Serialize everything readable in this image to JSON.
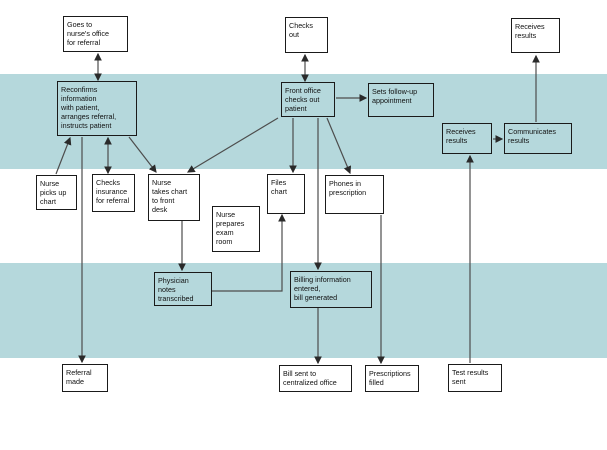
{
  "diagram": {
    "type": "flowchart",
    "title": "",
    "colors": {
      "background": "#ffffff",
      "swimlane_band": "#b5d8dc",
      "connector_line": "#4d4d4d",
      "box_border": "#1a1a1a",
      "text": "#111111"
    },
    "nodes": {
      "goes_to_nurse": {
        "label": "Goes to\nnurse's office\nfor referral"
      },
      "checks_out": {
        "label": "Checks\nout"
      },
      "receives_results_top": {
        "label": "Receives\nresults"
      },
      "reconfirms": {
        "label": "Reconfirms\ninformation\nwith patient,\narranges referral,\ninstructs patient"
      },
      "front_office": {
        "label": "Front office\nchecks out\npatient"
      },
      "sets_followup": {
        "label": "Sets follow-up\nappointment"
      },
      "receives_results_mid": {
        "label": "Receives\nresults"
      },
      "communicates_results": {
        "label": "Communicates\nresults"
      },
      "nurse_picks_up": {
        "label": "Nurse\npicks up\nchart"
      },
      "checks_insurance": {
        "label": "Checks\ninsurance\nfor referral"
      },
      "nurse_takes_chart": {
        "label": "Nurse\ntakes chart\nto front\ndesk"
      },
      "nurse_prepares": {
        "label": "Nurse\nprepares\nexam\nroom"
      },
      "files_chart": {
        "label": "Files\nchart"
      },
      "phones_in": {
        "label": "Phones in\nprescription"
      },
      "physician_notes": {
        "label": "Physician\nnotes\ntranscribed"
      },
      "billing_info": {
        "label": "Billing information\nentered,\nbill generated"
      },
      "referral_made": {
        "label": "Referral\nmade"
      },
      "bill_sent": {
        "label": "Bill sent to\ncentralized office"
      },
      "prescriptions_filled": {
        "label": "Prescriptions\nfilled"
      },
      "test_results_sent": {
        "label": "Test results\nsent"
      }
    },
    "edges": [
      {
        "from": "reconfirms",
        "to": "goes_to_nurse",
        "arrows": "both"
      },
      {
        "from": "nurse_picks_up",
        "to": "reconfirms",
        "arrows": "end"
      },
      {
        "from": "reconfirms",
        "to": "checks_insurance",
        "arrows": "both"
      },
      {
        "from": "reconfirms",
        "to": "nurse_takes_chart",
        "arrows": "end"
      },
      {
        "from": "reconfirms",
        "to": "referral_made",
        "arrows": "end"
      },
      {
        "from": "front_office",
        "to": "nurse_takes_chart",
        "arrows": "end"
      },
      {
        "from": "front_office",
        "to": "checks_out",
        "arrows": "both"
      },
      {
        "from": "front_office",
        "to": "sets_followup",
        "arrows": "end"
      },
      {
        "from": "front_office",
        "to": "files_chart",
        "arrows": "end"
      },
      {
        "from": "front_office",
        "to": "billing_info",
        "arrows": "end"
      },
      {
        "from": "front_office",
        "to": "phones_in",
        "arrows": "end"
      },
      {
        "from": "nurse_takes_chart",
        "to": "physician_notes",
        "arrows": "end"
      },
      {
        "from": "physician_notes",
        "to": "files_chart",
        "arrows": "end"
      },
      {
        "from": "billing_info",
        "to": "bill_sent",
        "arrows": "end"
      },
      {
        "from": "phones_in",
        "to": "prescriptions_filled",
        "arrows": "end"
      },
      {
        "from": "test_results_sent",
        "to": "receives_results_mid",
        "arrows": "end"
      },
      {
        "from": "receives_results_mid",
        "to": "communicates_results",
        "arrows": "end"
      },
      {
        "from": "communicates_results",
        "to": "receives_results_top",
        "arrows": "end"
      }
    ]
  }
}
